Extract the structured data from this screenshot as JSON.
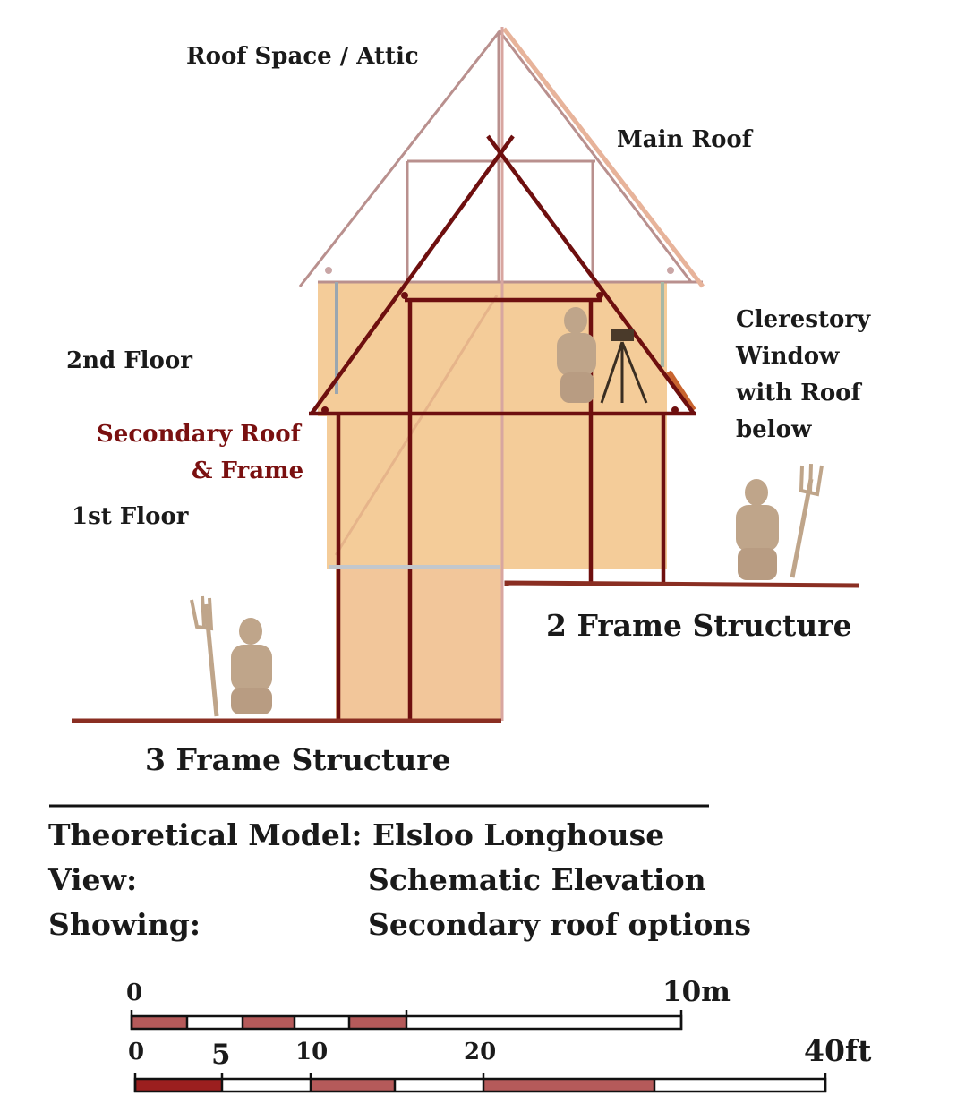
{
  "labels": {
    "roof_space": "Roof Space / Attic",
    "main_roof": "Main Roof",
    "clerestory": [
      "Clerestory",
      "Window",
      "with Roof",
      "below"
    ],
    "second_floor": "2nd Floor",
    "secondary_roof": [
      "Secondary Roof",
      "& Frame"
    ],
    "first_floor": "1st Floor",
    "two_frame": "2 Frame Structure",
    "three_frame": "3 Frame Structure"
  },
  "caption": {
    "row1": "Theoretical Model: Elsloo Longhouse",
    "row2_key": "View:",
    "row2_val": "Schematic Elevation",
    "row3_key": "Showing:",
    "row3_val": "Secondary roof options"
  },
  "scale_m": {
    "start": "0",
    "end": "10m"
  },
  "scale_ft": {
    "t0": "0",
    "t5": "5",
    "t10": "10",
    "t20": "20",
    "t40": "40ft"
  },
  "colors": {
    "frame": "#6e0f0f",
    "secondary_label": "#7a1010",
    "main_roof": "#b9908e",
    "main_roof_eave": "#e7b39a",
    "wall_fill": "#f3c994",
    "ground": "#8a2e22",
    "figure": "#bfa58a",
    "scale_red": "#b55a5a",
    "scale_dark": "#9b1f1f"
  }
}
